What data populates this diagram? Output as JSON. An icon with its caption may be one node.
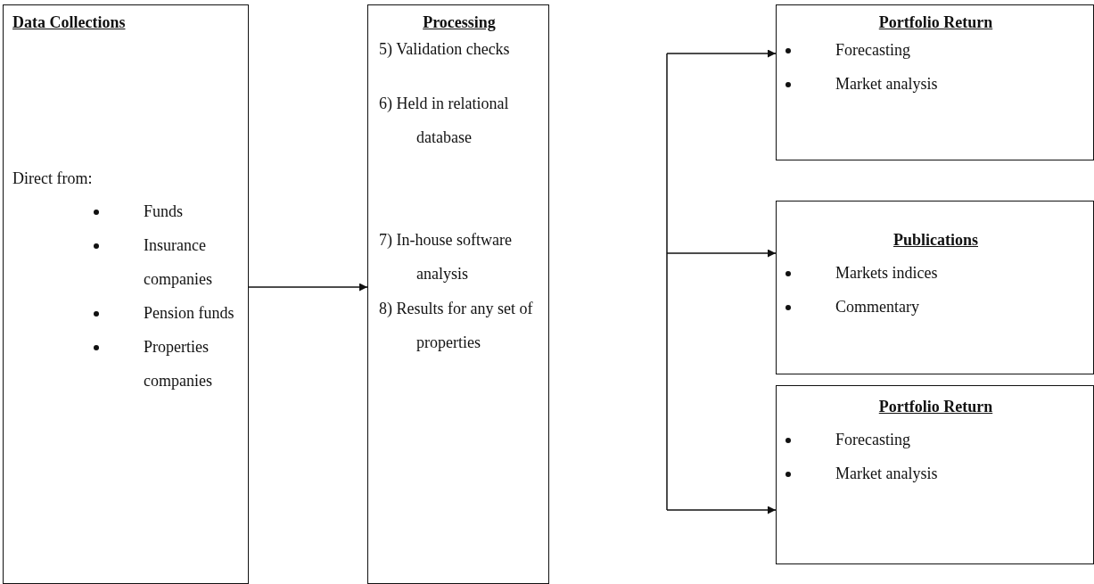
{
  "diagram": {
    "nodes": [
      {
        "text": [
          "Data Collections",
          "Direct from:",
          "Funds",
          "Insurance companies",
          "Pension funds",
          "Properties companies"
        ]
      },
      {
        "text": [
          "Processing",
          "5) Validation checks",
          "6) Held in relational database",
          "7) In-house software analysis",
          "8) Results for any set of properties"
        ]
      },
      {
        "text": [
          "Portfolio Return",
          "Forecasting",
          "Market analysis"
        ]
      },
      {
        "text": [
          "Publications",
          "Markets indices",
          "Commentary"
        ]
      },
      {
        "text": [
          "Portfolio Return",
          "Forecasting",
          "Market analysis"
        ]
      }
    ],
    "edges": [
      {
        "from": 0,
        "to": 1,
        "arrow": "to"
      },
      {
        "from": null,
        "to": 2,
        "arrow": "to"
      },
      {
        "from": null,
        "to": 3,
        "arrow": "to"
      },
      {
        "from": null,
        "to": 4,
        "arrow": "to"
      }
    ]
  }
}
